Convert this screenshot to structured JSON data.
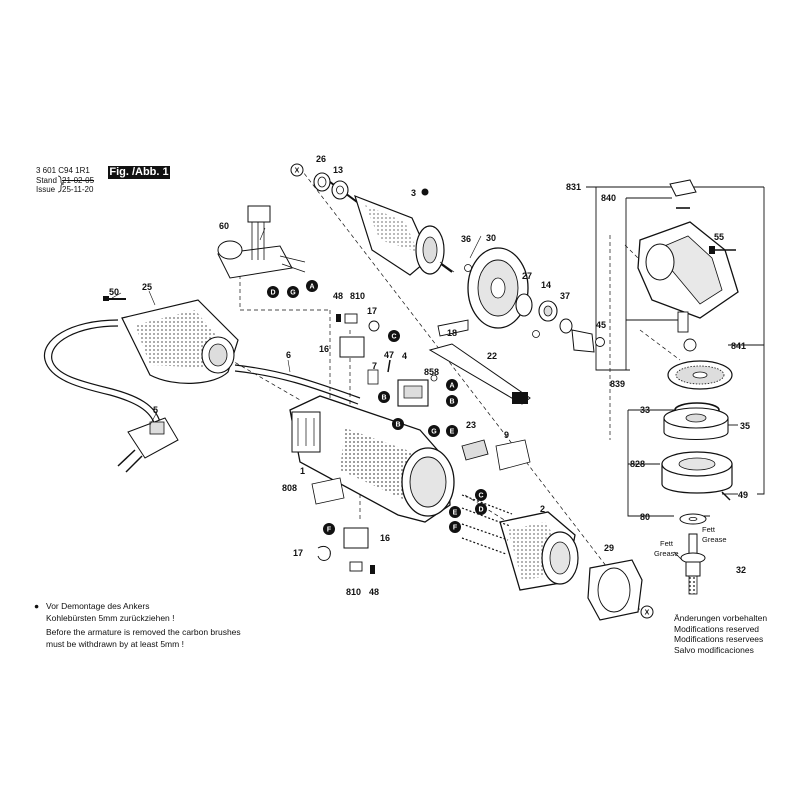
{
  "header": {
    "code": "3 601 C94 1R1",
    "stand_label": "Stand",
    "stand_value": "21-02-05",
    "issue_label": "Issue",
    "issue_value": "25-11-20",
    "figure_label": "Fig. /Abb. 1"
  },
  "notes": {
    "bullet": "●",
    "de_line1": "Vor Demontage des Ankers",
    "de_line2": "Kohlebürsten 5mm zurückziehen !",
    "en_line1": "Before the armature is removed the carbon brushes",
    "en_line2": "must be withdrawn by at least 5mm !"
  },
  "modifications": [
    "Änderungen vorbehalten",
    "Modifications reserved",
    "Modifications reservees",
    "Salvo modificaciones"
  ],
  "grease_label": {
    "line1": "Fett",
    "line2": "Grease"
  },
  "part_numbers": {
    "p1": "1",
    "p2": "2",
    "p3": "3",
    "p4": "4",
    "p5": "5",
    "p6": "6",
    "p7": "7",
    "p9": "9",
    "p13": "13",
    "p14": "14",
    "p16a": "16",
    "p16b": "16",
    "p17a": "17",
    "p17b": "17",
    "p18": "18",
    "p22": "22",
    "p23": "23",
    "p25": "25",
    "p26": "26",
    "p27": "27",
    "p29": "29",
    "p30": "30",
    "p32": "32",
    "p33": "33",
    "p35": "35",
    "p36": "36",
    "p37": "37",
    "p45": "45",
    "p47": "47",
    "p48a": "48",
    "p48b": "48",
    "p49": "49",
    "p50": "50",
    "p55": "55",
    "p60": "60",
    "p80": "80",
    "p808": "808",
    "p810a": "810",
    "p810b": "810",
    "p828": "828",
    "p831": "831",
    "p839": "839",
    "p840": "840",
    "p841": "841",
    "p858": "858"
  },
  "connection_markers": [
    "A",
    "B",
    "C",
    "D",
    "E",
    "F",
    "G",
    "X"
  ],
  "colors": {
    "ink": "#111111",
    "background": "#ffffff",
    "shade": "#d9d9d9"
  }
}
